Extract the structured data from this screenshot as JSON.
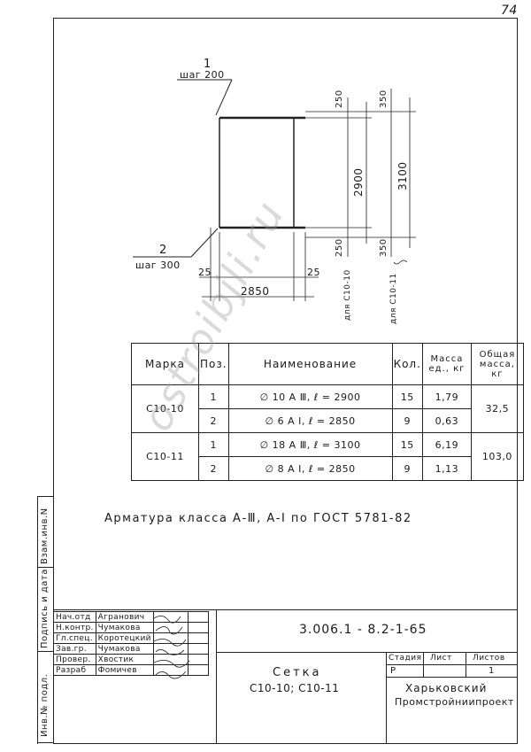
{
  "page_number": "74",
  "drawing": {
    "bar1_label": "1",
    "bar1_step": "шаг 200",
    "bar2_label": "2",
    "bar2_step": "шаг 300",
    "dim_25_left": "25",
    "dim_25_right": "25",
    "dim_2850": "2850",
    "dim_250_top": "250",
    "dim_350_top": "350",
    "dim_2900": "2900",
    "dim_3100": "3100",
    "dim_250_bottom": "250",
    "dim_350_bottom": "350",
    "note_c1010": "для С10-10",
    "note_c1011": "для С10-11"
  },
  "spec_table": {
    "headers": [
      "Марка",
      "Поз.",
      "Наименование",
      "Кол.",
      "Масса ед., кг",
      "Общая масса, кг"
    ],
    "rows": [
      {
        "mark": "С10-10",
        "pos": "1",
        "name": "∅ 10 А Ⅲ,   ℓ = 2900",
        "qty": "15",
        "mass": "1,79",
        "total": "32,5"
      },
      {
        "mark": "",
        "pos": "2",
        "name": "∅ 6 А Ⅰ,   ℓ = 2850",
        "qty": "9",
        "mass": "0,63",
        "total": ""
      },
      {
        "mark": "С10-11",
        "pos": "1",
        "name": "∅ 18 А Ⅲ,   ℓ = 3100",
        "qty": "15",
        "mass": "6,19",
        "total": "103,0"
      },
      {
        "mark": "",
        "pos": "2",
        "name": "∅ 8 А Ⅰ,   ℓ = 2850",
        "qty": "9",
        "mass": "1,13",
        "total": ""
      }
    ]
  },
  "note": "Арматура класса А-Ⅲ, А-Ⅰ по ГОСТ 5781-82",
  "side_labels": {
    "inv_podl": "Инв.№ подл.",
    "podpis": "Подпись и дата",
    "vzam": "Взам.инв.N"
  },
  "stamp": {
    "roles": [
      {
        "role": "Нач.отд",
        "name": "Агранович"
      },
      {
        "role": "Н.контр.",
        "name": "Чумакова"
      },
      {
        "role": "Гл.спец.",
        "name": "Коротецкий"
      },
      {
        "role": "Зав.гр.",
        "name": "Чумакова"
      },
      {
        "role": "Провер.",
        "name": "Хвостик"
      },
      {
        "role": "Разраб",
        "name": "Фомичев"
      }
    ],
    "code": "3.006.1 - 8.2-1-65",
    "title_line1": "Сетка",
    "title_line2": "С10-10; С10-11",
    "stage_label": "Стадия",
    "sheet_label": "Лист",
    "sheets_label": "Листов",
    "stage": "Р",
    "sheets": "1",
    "org_line1": "Харьковский",
    "org_line2": "Промстройниипроект"
  },
  "watermark": "ostroibjli.ru"
}
